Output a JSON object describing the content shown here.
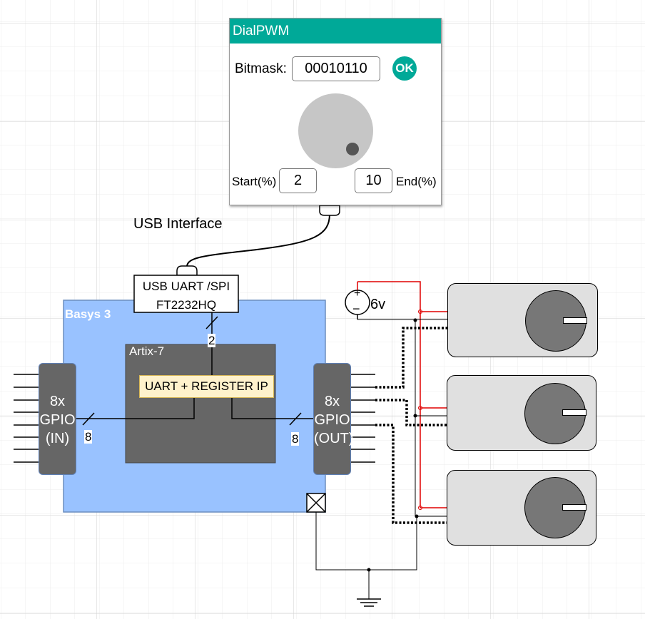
{
  "dialog": {
    "title": "DialPWM",
    "bitmask_label": "Bitmask:",
    "bitmask_value": "00010110",
    "ok_label": "OK",
    "start_label": "Start(%)",
    "start_value": "2",
    "end_value": "10",
    "end_label": "End(%)"
  },
  "labels": {
    "usb_interface": "USB Interface",
    "usb_chip_line1": "USB UART /SPI",
    "usb_chip_line2": "FT2232HQ",
    "board": "Basys 3",
    "fpga": "Artix-7",
    "ip_block": "UART + REGISTER IP",
    "gpio_in": [
      "8x",
      "GPIO",
      "(IN)"
    ],
    "gpio_out": [
      "8x",
      "GPIO",
      "(OUT)"
    ],
    "bus_in_width": "8",
    "bus_out_width": "8",
    "usb_bus_width": "2",
    "battery": "6v",
    "battery_plus": "+",
    "battery_minus": "−"
  },
  "colors": {
    "accent": "#00a998",
    "board": "#99c2ff",
    "fpga": "#666666",
    "ip_block": "#fff2cc",
    "power_wire": "#e00000"
  }
}
